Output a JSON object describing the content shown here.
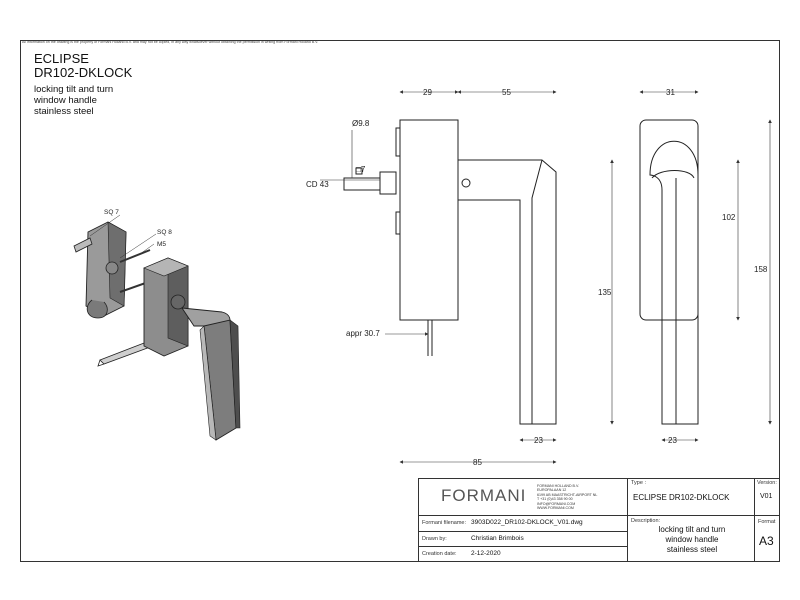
{
  "disclaimer": "All information on the drawing is the property of Formani Holland B.V. and may not be copied, in any way whatsoever without obtaining the permission in writing from Formani Holland B.V.",
  "title": {
    "line1": "ECLIPSE",
    "line2": "DR102-DKLOCK",
    "desc1": "locking tilt and turn",
    "desc2": "window handle",
    "desc3": "stainless steel"
  },
  "iso_labels": {
    "sq7": "SQ 7",
    "sq8": "SQ 8",
    "m5": "M5"
  },
  "dims": {
    "d29": "29",
    "d55": "55",
    "d31": "31",
    "dia": "Ø9.8",
    "sq7": "□7",
    "cd43": "CD 43",
    "d135": "135",
    "d102": "102",
    "d158": "158",
    "appr": "appr 30.7",
    "d23a": "23",
    "d23b": "23",
    "d85": "85"
  },
  "title_block": {
    "logo": "FORMANI",
    "address": [
      "FORMANI HOLLAND B.V.",
      "EUROPALAAN 12",
      "6199 AB MAASTRICHT-AIRPORT NL",
      "T +31 (0)43 358 90 00",
      "INFO@FORMANI.COM",
      "WWW.FORMANI.COM"
    ],
    "type_label": "Type :",
    "type_value": "ECLIPSE DR102-DKLOCK",
    "version_label": "Version:",
    "version_value": "V01",
    "filename_label": "Formani filename:",
    "filename_value": "3903D022_DR102-DKLOCK_V01.dwg",
    "drawn_label": "Drawn by:",
    "drawn_value": "Christian Brimbois",
    "date_label": "Creation date:",
    "date_value": "2-12-2020",
    "desc_label": "Description:",
    "desc1": "locking tilt and turn",
    "desc2": "window handle",
    "desc3": "stainless steel",
    "format_label": "Format",
    "format_value": "A3"
  }
}
